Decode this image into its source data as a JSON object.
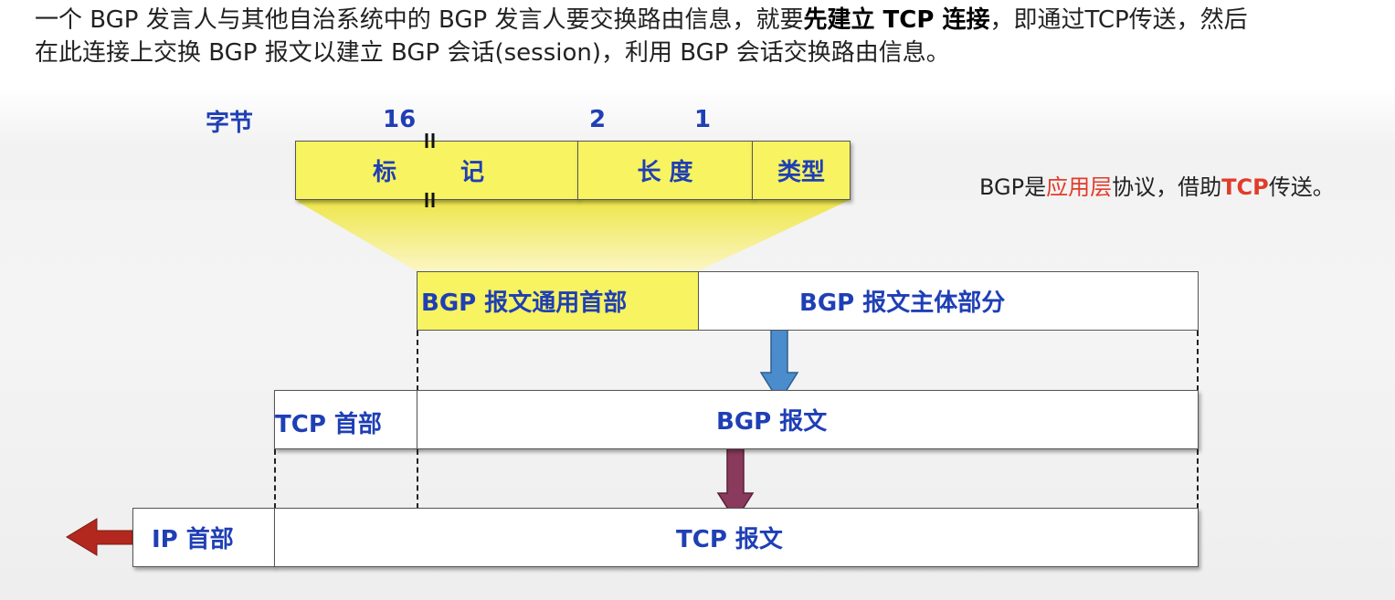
{
  "intro": {
    "line1_a": "一个 BGP 发言人与其他自治系统中的 BGP 发言人要交换路由信息，就要",
    "line1_bold": "先建立 TCP 连接",
    "line1_b": "，即通过TCP传送，然后",
    "line2": "在此连接上交换 BGP 报文以建立 BGP 会话(session)，利用 BGP 会话交换路由信息。"
  },
  "header_format": {
    "bytes_label": "字节",
    "sizes": [
      "16",
      "2",
      "1"
    ],
    "fields": [
      {
        "label_a": "标",
        "label_b": "记"
      },
      {
        "label": "长 度"
      },
      {
        "label": "类型"
      }
    ]
  },
  "note": {
    "prefix": "BGP是",
    "highlight": "应用层",
    "middle": "协议，借助",
    "highlight2": "TCP",
    "suffix": "传送。"
  },
  "bgp_message": {
    "header": "BGP 报文通用首部",
    "body": "BGP 报文主体部分"
  },
  "tcp_segment": {
    "header": "TCP 首部",
    "payload": "BGP 报文"
  },
  "ip_packet": {
    "header": "IP 首部",
    "payload": "TCP 报文"
  },
  "colors": {
    "label_blue": "#1f3fb5",
    "field_yellow": "#f7f361",
    "arrow_blue": "#4a8ccc",
    "arrow_purple": "#8a3a5c",
    "arrow_red": "#b3281e",
    "highlight_red": "#e23b2a"
  }
}
